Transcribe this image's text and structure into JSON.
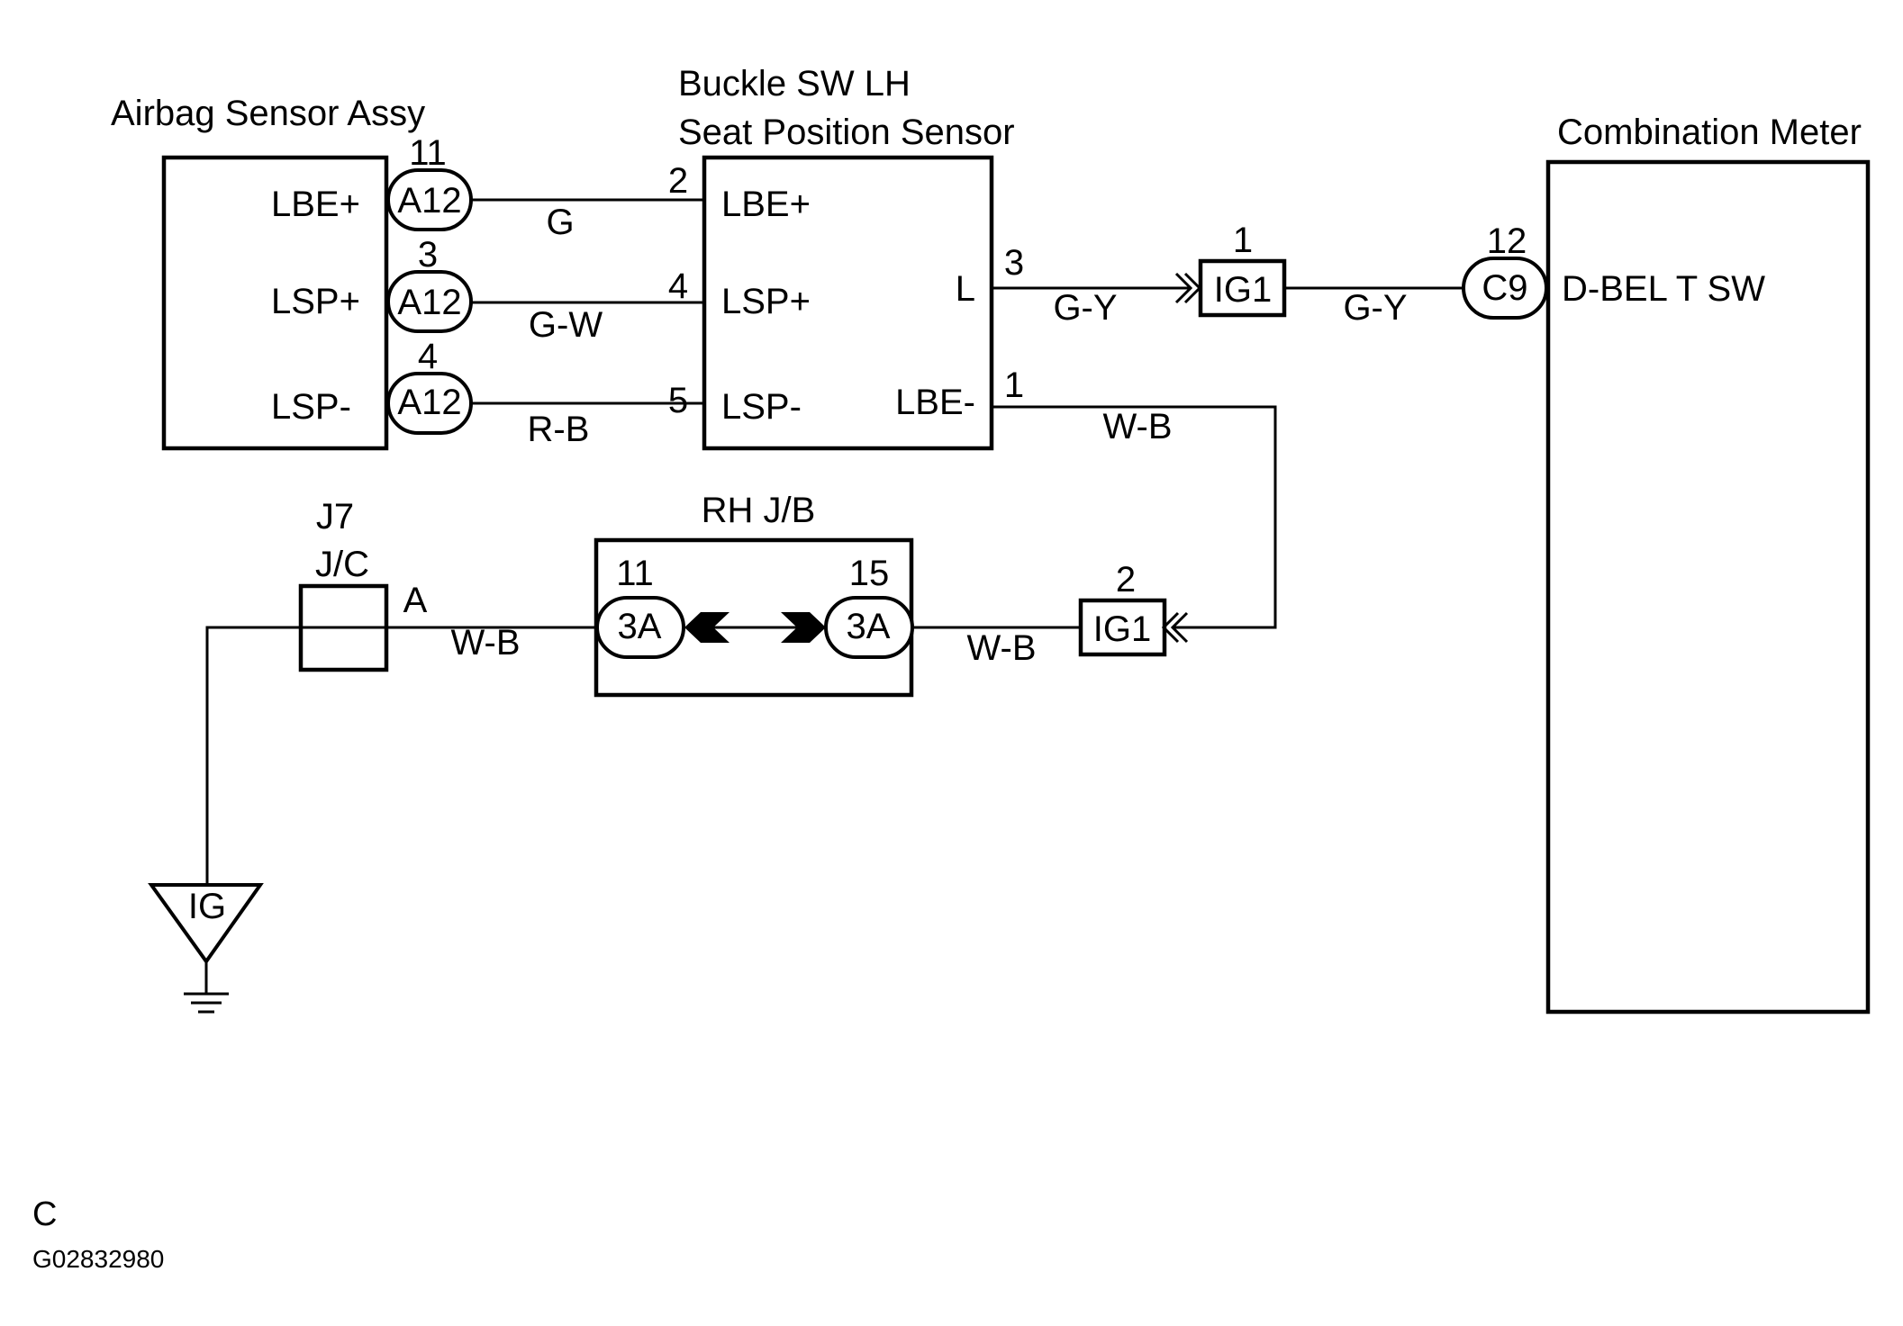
{
  "components": {
    "airbag": {
      "title": "Airbag Sensor Assy",
      "pins": [
        {
          "label": "LBE+",
          "connector": "A12",
          "pin": "11"
        },
        {
          "label": "LSP+",
          "connector": "A12",
          "pin": "3"
        },
        {
          "label": "LSP-",
          "connector": "A12",
          "pin": "4"
        }
      ]
    },
    "buckle": {
      "title_line1": "Buckle SW LH",
      "title_line2": "Seat Position Sensor",
      "left_pins": [
        {
          "label": "LBE+",
          "pin": "2"
        },
        {
          "label": "LSP+",
          "pin": "4"
        },
        {
          "label": "LSP-",
          "pin": "5"
        }
      ],
      "right_pins": [
        {
          "label": "L",
          "pin": "3"
        },
        {
          "label": "LBE-",
          "pin": "1"
        }
      ]
    },
    "combination_meter": {
      "title": "Combination Meter",
      "pin_label": "D-BEL T SW",
      "connector": "C9",
      "pin": "12"
    },
    "ig1_connector_top": {
      "label": "IG1",
      "pin": "1"
    },
    "ig1_connector_bottom": {
      "label": "IG1",
      "pin": "2"
    },
    "rh_jb": {
      "title": "RH J/B",
      "left": {
        "connector": "3A",
        "pin": "11"
      },
      "right": {
        "connector": "3A",
        "pin": "15"
      }
    },
    "jc": {
      "code": "J7",
      "title": "J/C",
      "terminal": "A"
    },
    "ground": {
      "label": "IG"
    }
  },
  "wires": {
    "lbe_plus": "G",
    "lsp_plus": "G-W",
    "lsp_minus": "R-B",
    "l_to_ig1": "G-Y",
    "ig1_to_meter": "G-Y",
    "lbe_minus": "W-B",
    "ig1_to_jb": "W-B",
    "jb_to_jc": "W-B"
  },
  "footer": {
    "code": "C",
    "figure_id": "G02832980"
  }
}
